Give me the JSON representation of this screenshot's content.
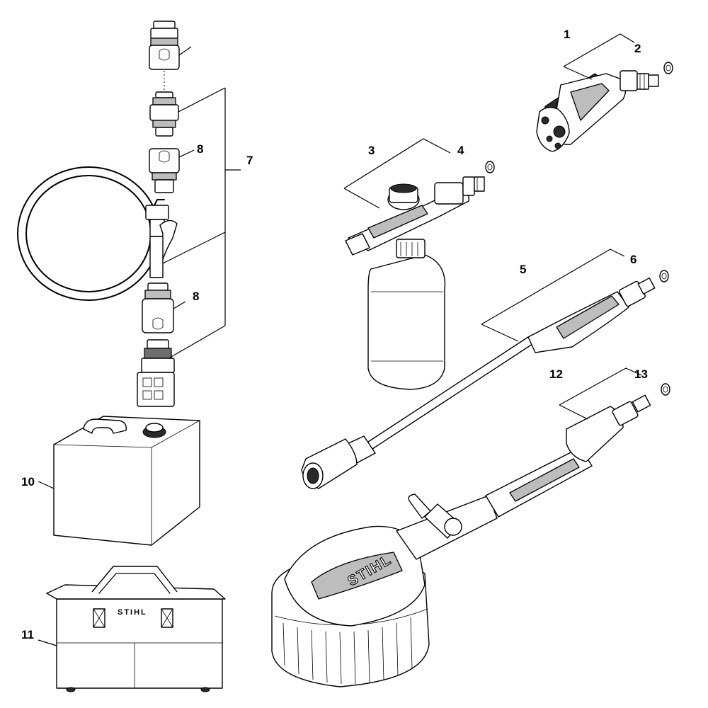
{
  "callouts": {
    "c1": "1",
    "c2": "2",
    "c3": "3",
    "c4": "4",
    "c5": "5",
    "c6": "6",
    "c7": "7",
    "c8a": "8",
    "c8b": "8",
    "c10": "10",
    "c11": "11",
    "c12": "12",
    "c13": "13"
  },
  "branding": {
    "brush_logo": "STIHL",
    "bag_logo": "STIHL"
  }
}
